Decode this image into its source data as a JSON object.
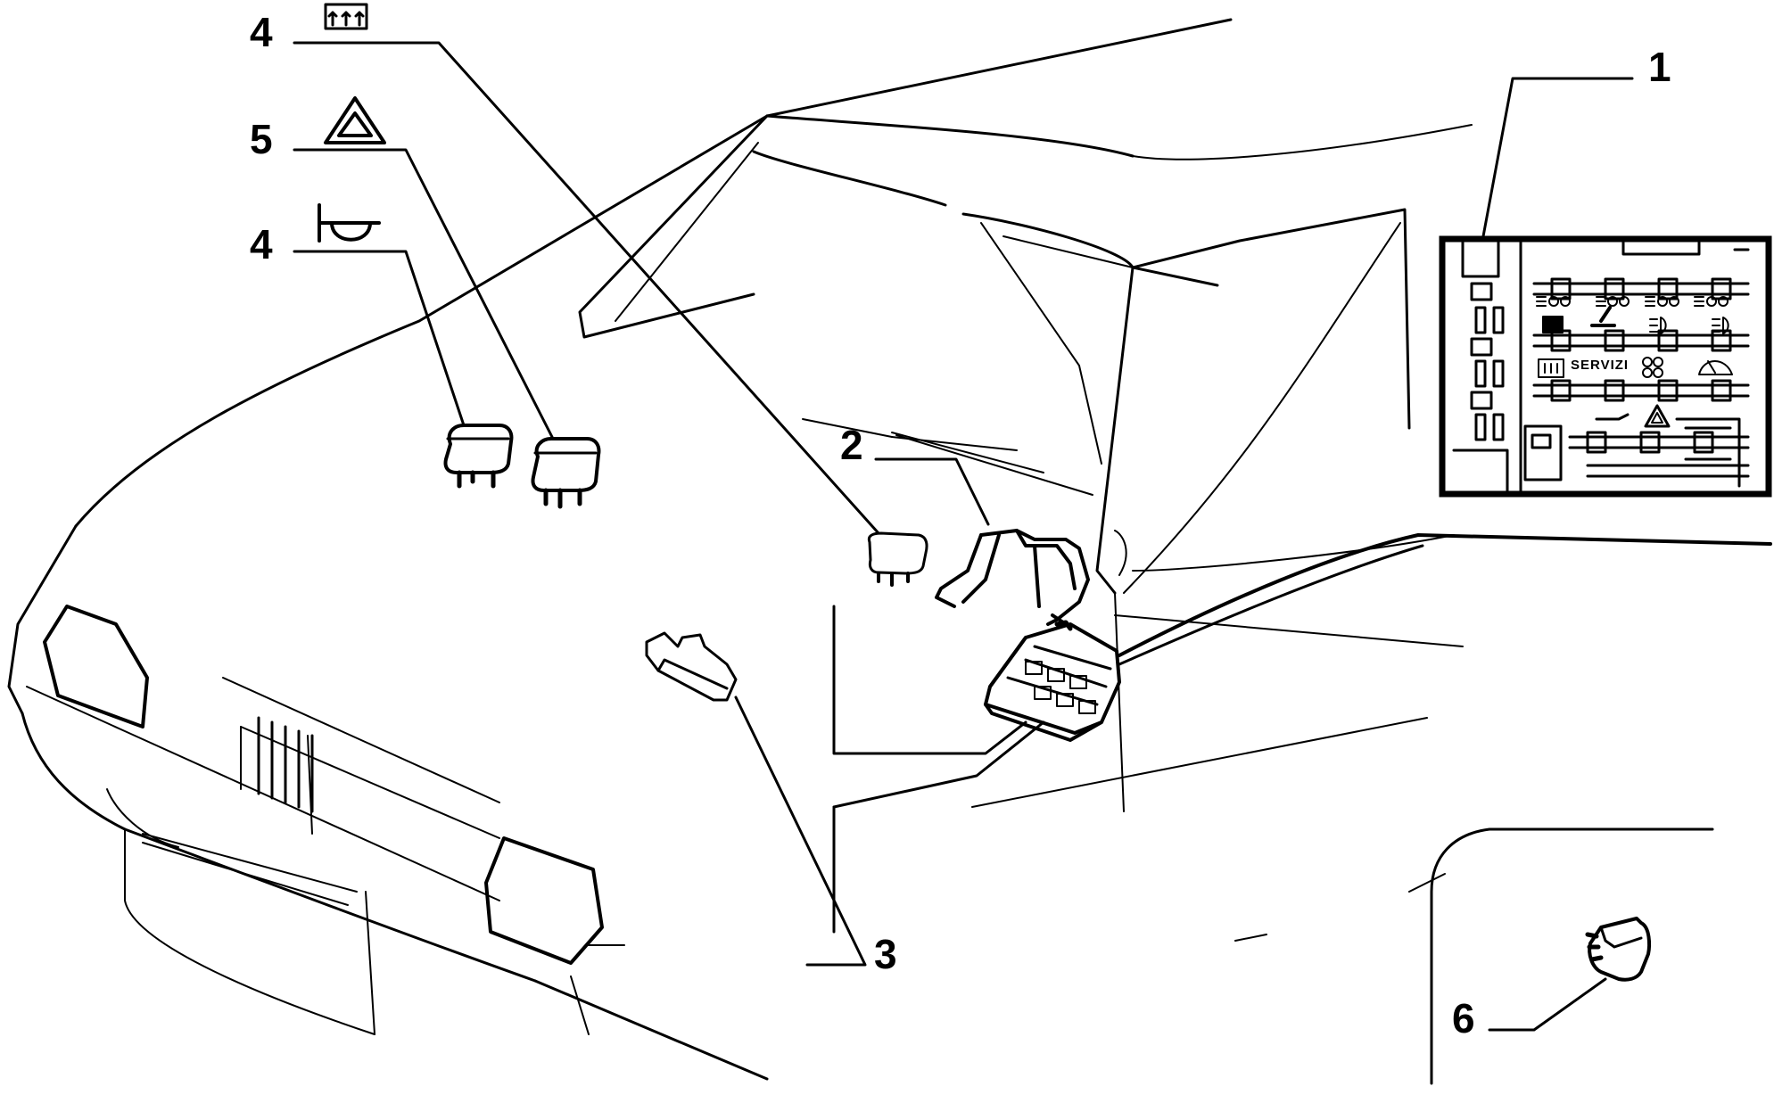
{
  "callouts": [
    {
      "id": "fusebox-diagram",
      "number": "1"
    },
    {
      "id": "holder",
      "number": "2"
    },
    {
      "id": "fuse",
      "number": "3"
    },
    {
      "id": "relay-rear-defrost",
      "number": "4"
    },
    {
      "id": "relay-horn",
      "number": "4"
    },
    {
      "id": "relay-hazard",
      "number": "5"
    },
    {
      "id": "relay-small",
      "number": "6"
    }
  ],
  "fusebox": {
    "label": "SERVIZI"
  },
  "icons": {
    "c4a": "rear-defrost-icon",
    "c5": "hazard-triangle-icon",
    "c4b": "horn-icon"
  }
}
